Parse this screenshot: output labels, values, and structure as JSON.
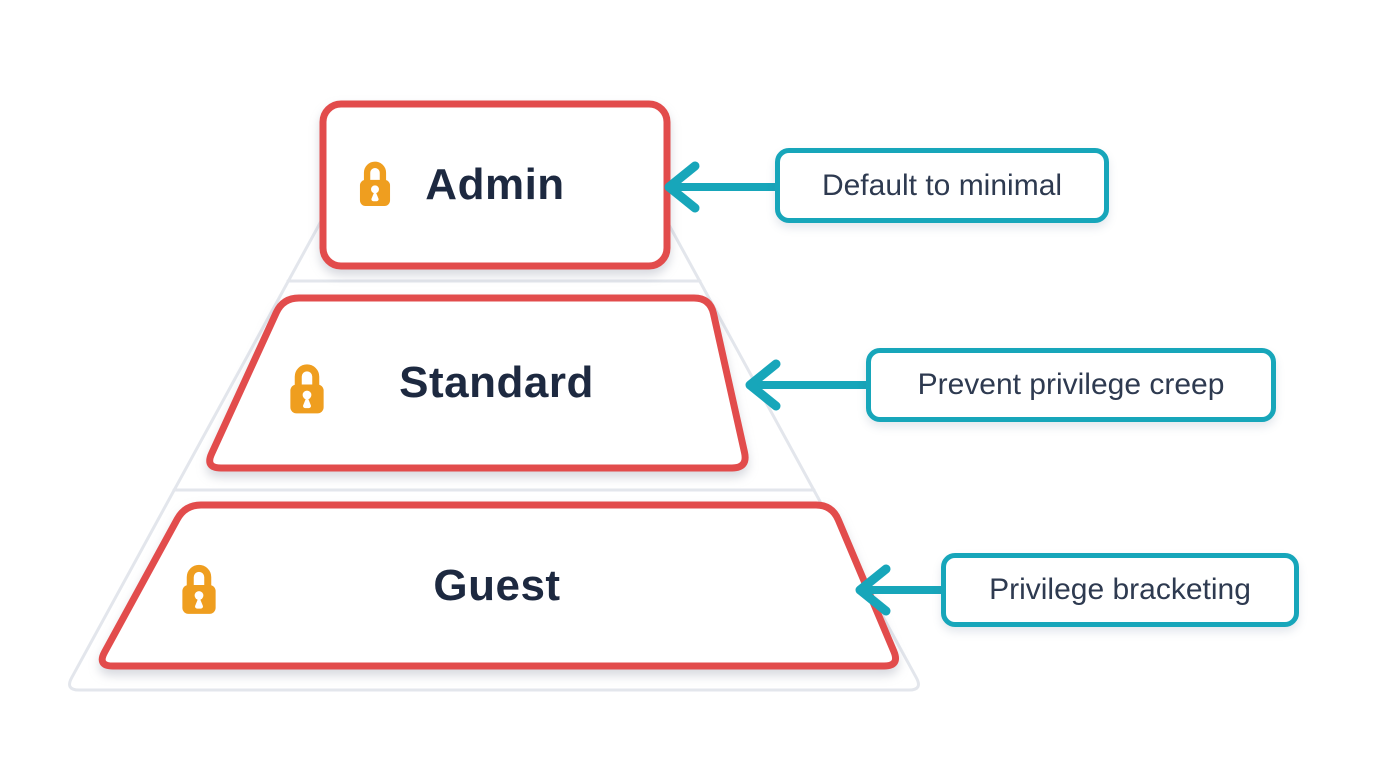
{
  "diagram": {
    "type": "pyramid",
    "levels": [
      {
        "label": "Admin",
        "icon": "lock-icon",
        "annotation": "Default to minimal"
      },
      {
        "label": "Standard",
        "icon": "lock-icon",
        "annotation": "Prevent privilege creep"
      },
      {
        "label": "Guest",
        "icon": "lock-icon",
        "annotation": "Privilege bracketing"
      }
    ],
    "colors": {
      "background": "#ffffff",
      "level_border": "#e24c4c",
      "annotation_border": "#17a6ba",
      "arrow": "#17a6ba",
      "lock": "#ef9e1f",
      "label_text": "#1d2940",
      "annotation_text": "#2e3a50",
      "pyramid_outline": "#e3e6ec"
    }
  }
}
